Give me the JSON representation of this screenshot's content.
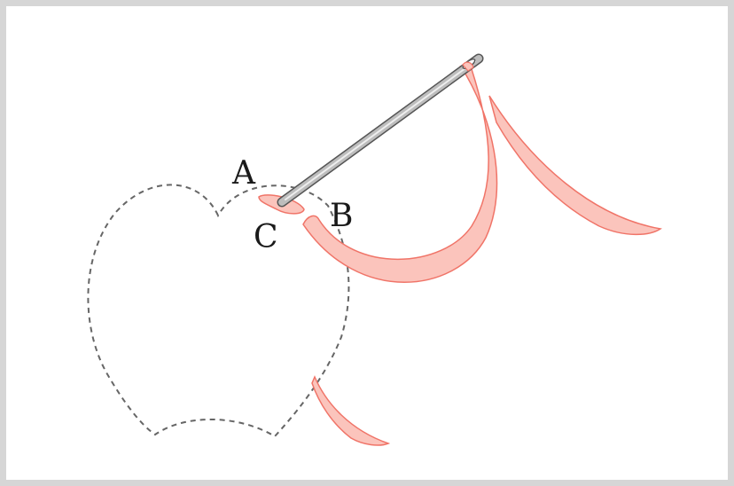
{
  "labels": {
    "a": "A",
    "b": "B",
    "c": "C"
  },
  "colors": {
    "frame": "#d6d6d6",
    "outline": "#666666",
    "thread_fill": "#fbc4bc",
    "thread_edge": "#f07468",
    "needle_body": "#bdbdbd",
    "needle_edge": "#555555"
  },
  "icons": [
    "needle-icon",
    "thread-icon",
    "apple-outline-icon"
  ]
}
